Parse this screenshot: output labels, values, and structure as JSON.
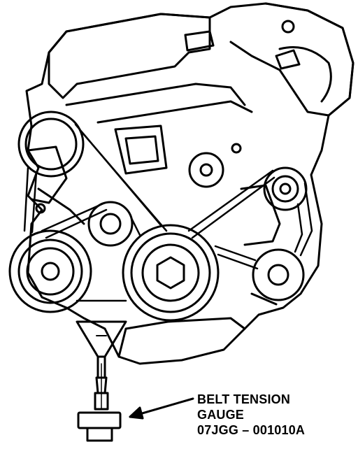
{
  "callout": {
    "line1": "BELT TENSION",
    "line2": "GAUGE",
    "part_number": "07JGG – 001010A"
  },
  "colors": {
    "ink": "#000000",
    "paper": "#ffffff"
  }
}
